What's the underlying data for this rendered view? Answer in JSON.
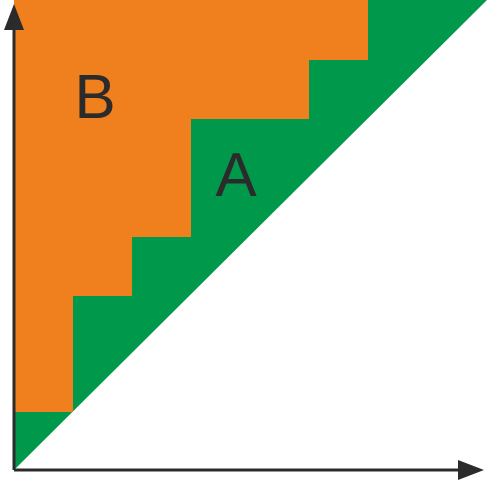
{
  "diagram": {
    "colors": {
      "region_a": "#00994c",
      "region_b": "#f07f1e",
      "axis": "#2b2b2b",
      "background": "#ffffff",
      "label": "#2b2b2b"
    },
    "regions": {
      "a": {
        "label": "A"
      },
      "b": {
        "label": "B"
      }
    },
    "staircase_steps": 5,
    "axes": {
      "x_arrow": "right",
      "y_arrow": "up"
    }
  }
}
